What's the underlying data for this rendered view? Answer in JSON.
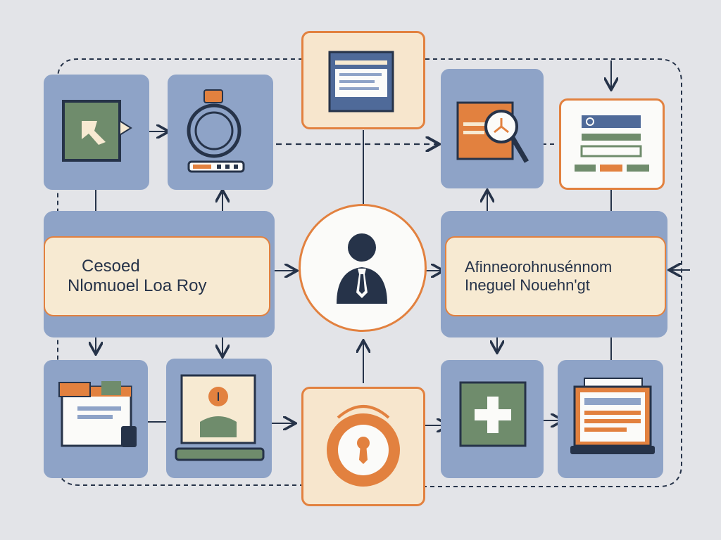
{
  "left_panel": {
    "line1": "Cesoed",
    "line2": "Nlomuoel Loa Roy"
  },
  "right_panel": {
    "line1": "Afinneorohnusénnom",
    "line2": "Ineguel Nouehn'gt"
  },
  "colors": {
    "background": "#e3e4e8",
    "tile_blue": "#8ea3c7",
    "accent_orange": "#e2813f",
    "navy": "#263349",
    "cream": "#f7e6cd",
    "sage": "#6f8c6c"
  },
  "icons": [
    "cursor-window-icon",
    "gauge-device-icon",
    "document-window-icon",
    "search-analytics-icon",
    "web-form-icon",
    "manager-avatar-icon",
    "browser-edit-icon",
    "user-profile-icon",
    "alert-button-icon",
    "add-plus-icon",
    "laptop-report-icon"
  ]
}
